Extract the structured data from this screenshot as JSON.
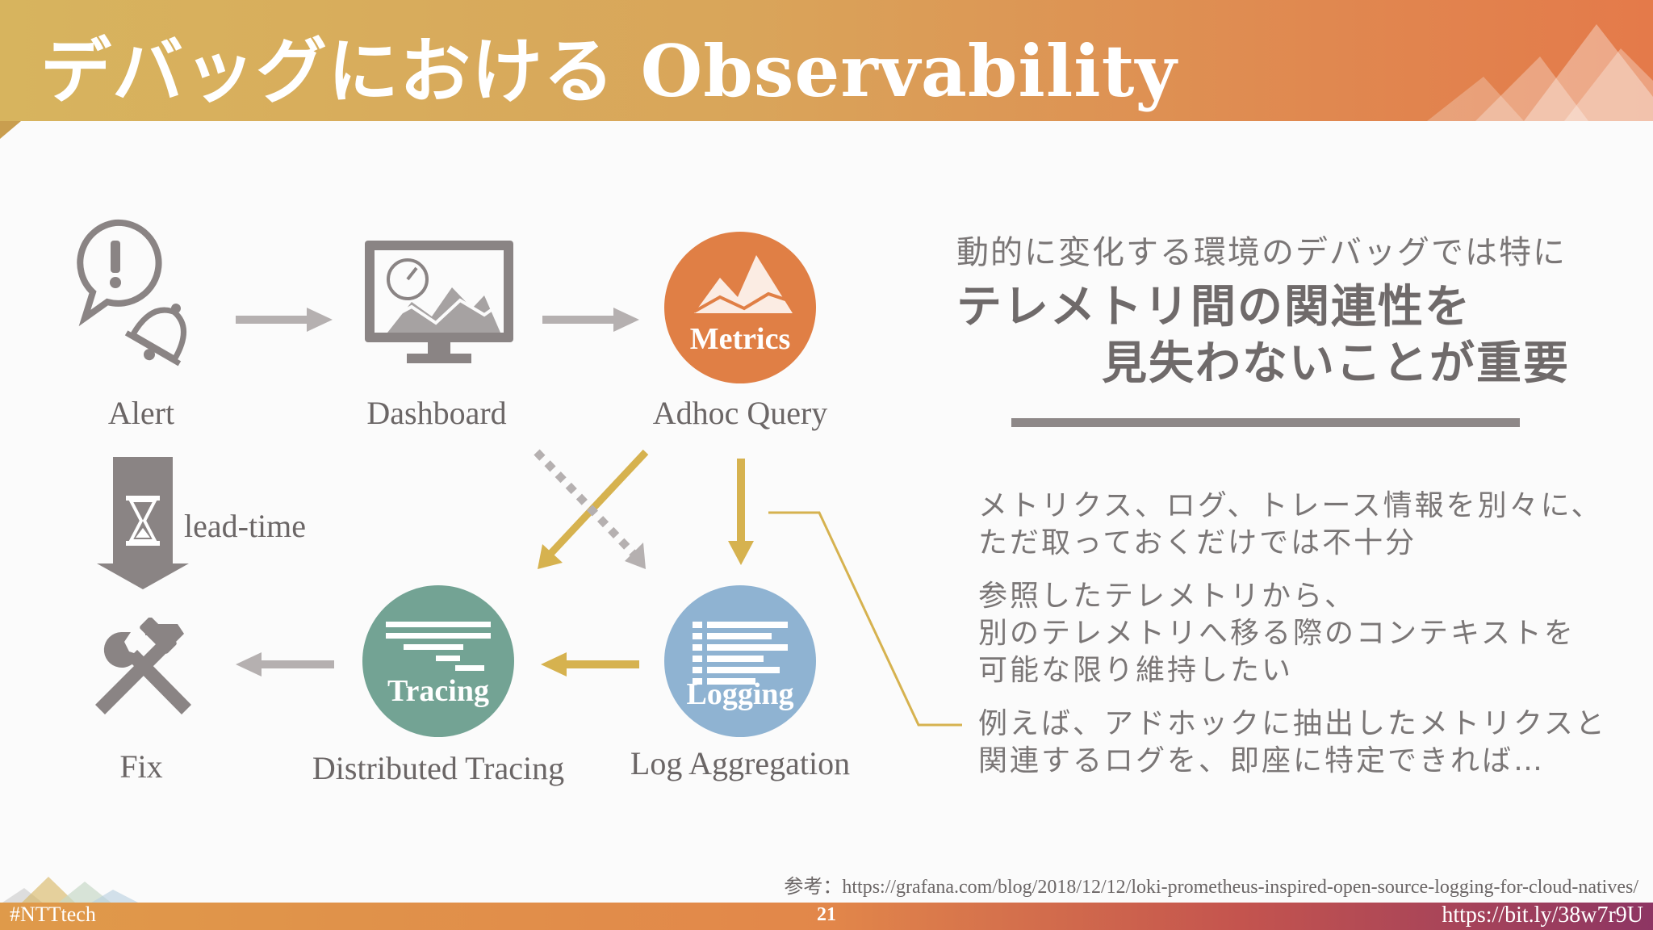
{
  "title": "デバッグにおける Observability",
  "diagram": {
    "nodes": {
      "alert": "Alert",
      "dashboard": "Dashboard",
      "adhoc_query": "Adhoc Query",
      "fix": "Fix",
      "distributed_tracing": "Distributed Tracing",
      "log_aggregation": "Log Aggregation"
    },
    "circles": {
      "metrics": "Metrics",
      "tracing": "Tracing",
      "logging": "Logging"
    },
    "lead_time": "lead-time",
    "colors": {
      "metrics": "#e07f45",
      "tracing": "#73a394",
      "logging": "#8fb3d2",
      "arrow_gray": "#b5b0b0",
      "arrow_gold": "#d6b24f",
      "icon_gray": "#8a8484"
    }
  },
  "right": {
    "intro": "動的に変化する環境のデバッグでは特に",
    "emphasis_line1": "テレメトリ間の関連性を",
    "emphasis_line2": "見失わないことが重要",
    "para1_line1": "メトリクス、ログ、トレース情報を別々に、",
    "para1_line2": "ただ取っておくだけでは不十分",
    "para2_line1": "参照したテレメトリから、",
    "para2_line2": "別のテレメトリへ移る際のコンテキストを",
    "para2_line3": "可能な限り維持したい",
    "para3_line1": "例えば、アドホックに抽出したメトリクスと",
    "para3_line2": "関連するログを、即座に特定できれば…"
  },
  "reference": "参考：https://grafana.com/blog/2018/12/12/loki-prometheus-inspired-open-source-logging-for-cloud-natives/",
  "footer": {
    "hashtag": "#NTTtech",
    "page": "21",
    "url": "https://bit.ly/38w7r9U"
  }
}
